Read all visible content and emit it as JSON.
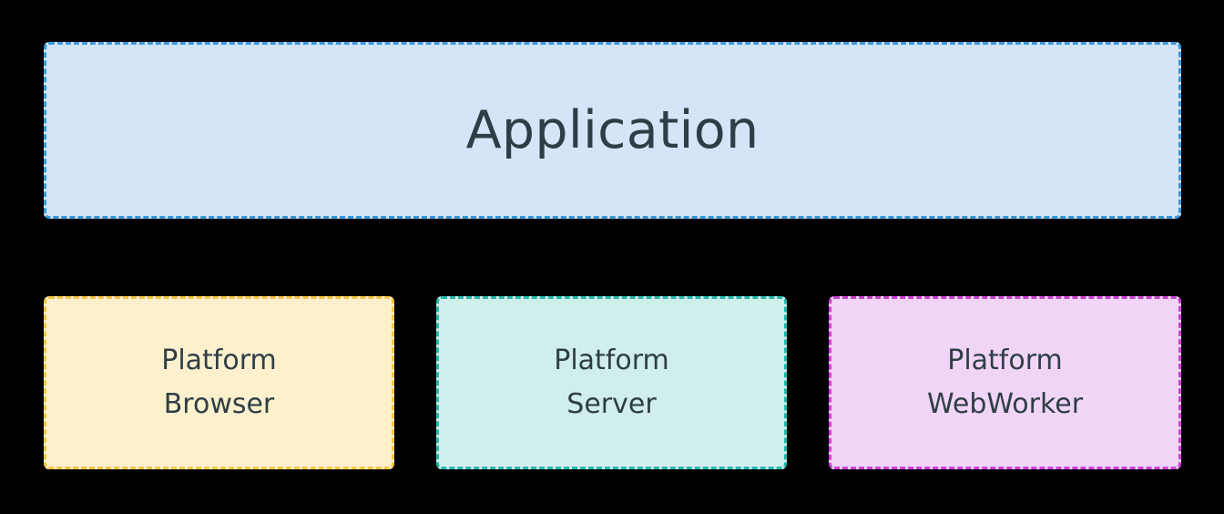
{
  "diagram": {
    "type": "block-diagram",
    "background_color": "#000000",
    "text_color": "#2f3e46",
    "nodes": [
      {
        "id": "application",
        "label": "Application",
        "fill_color": "#d4e5f7",
        "border_color": "#3498db",
        "border_style": "dashed"
      },
      {
        "id": "platform-browser",
        "label_line1": "Platform",
        "label_line2": "Browser",
        "fill_color": "#fdf0cd",
        "border_color": "#f5c542",
        "border_style": "dashed"
      },
      {
        "id": "platform-server",
        "label_line1": "Platform",
        "label_line2": "Server",
        "fill_color": "#d0eeec",
        "border_color": "#25b8ad",
        "border_style": "dashed"
      },
      {
        "id": "platform-webworker",
        "label_line1": "Platform",
        "label_line2": "WebWorker",
        "fill_color": "#f1d5f7",
        "border_color": "#cc3fd6",
        "border_style": "dashed"
      }
    ]
  }
}
